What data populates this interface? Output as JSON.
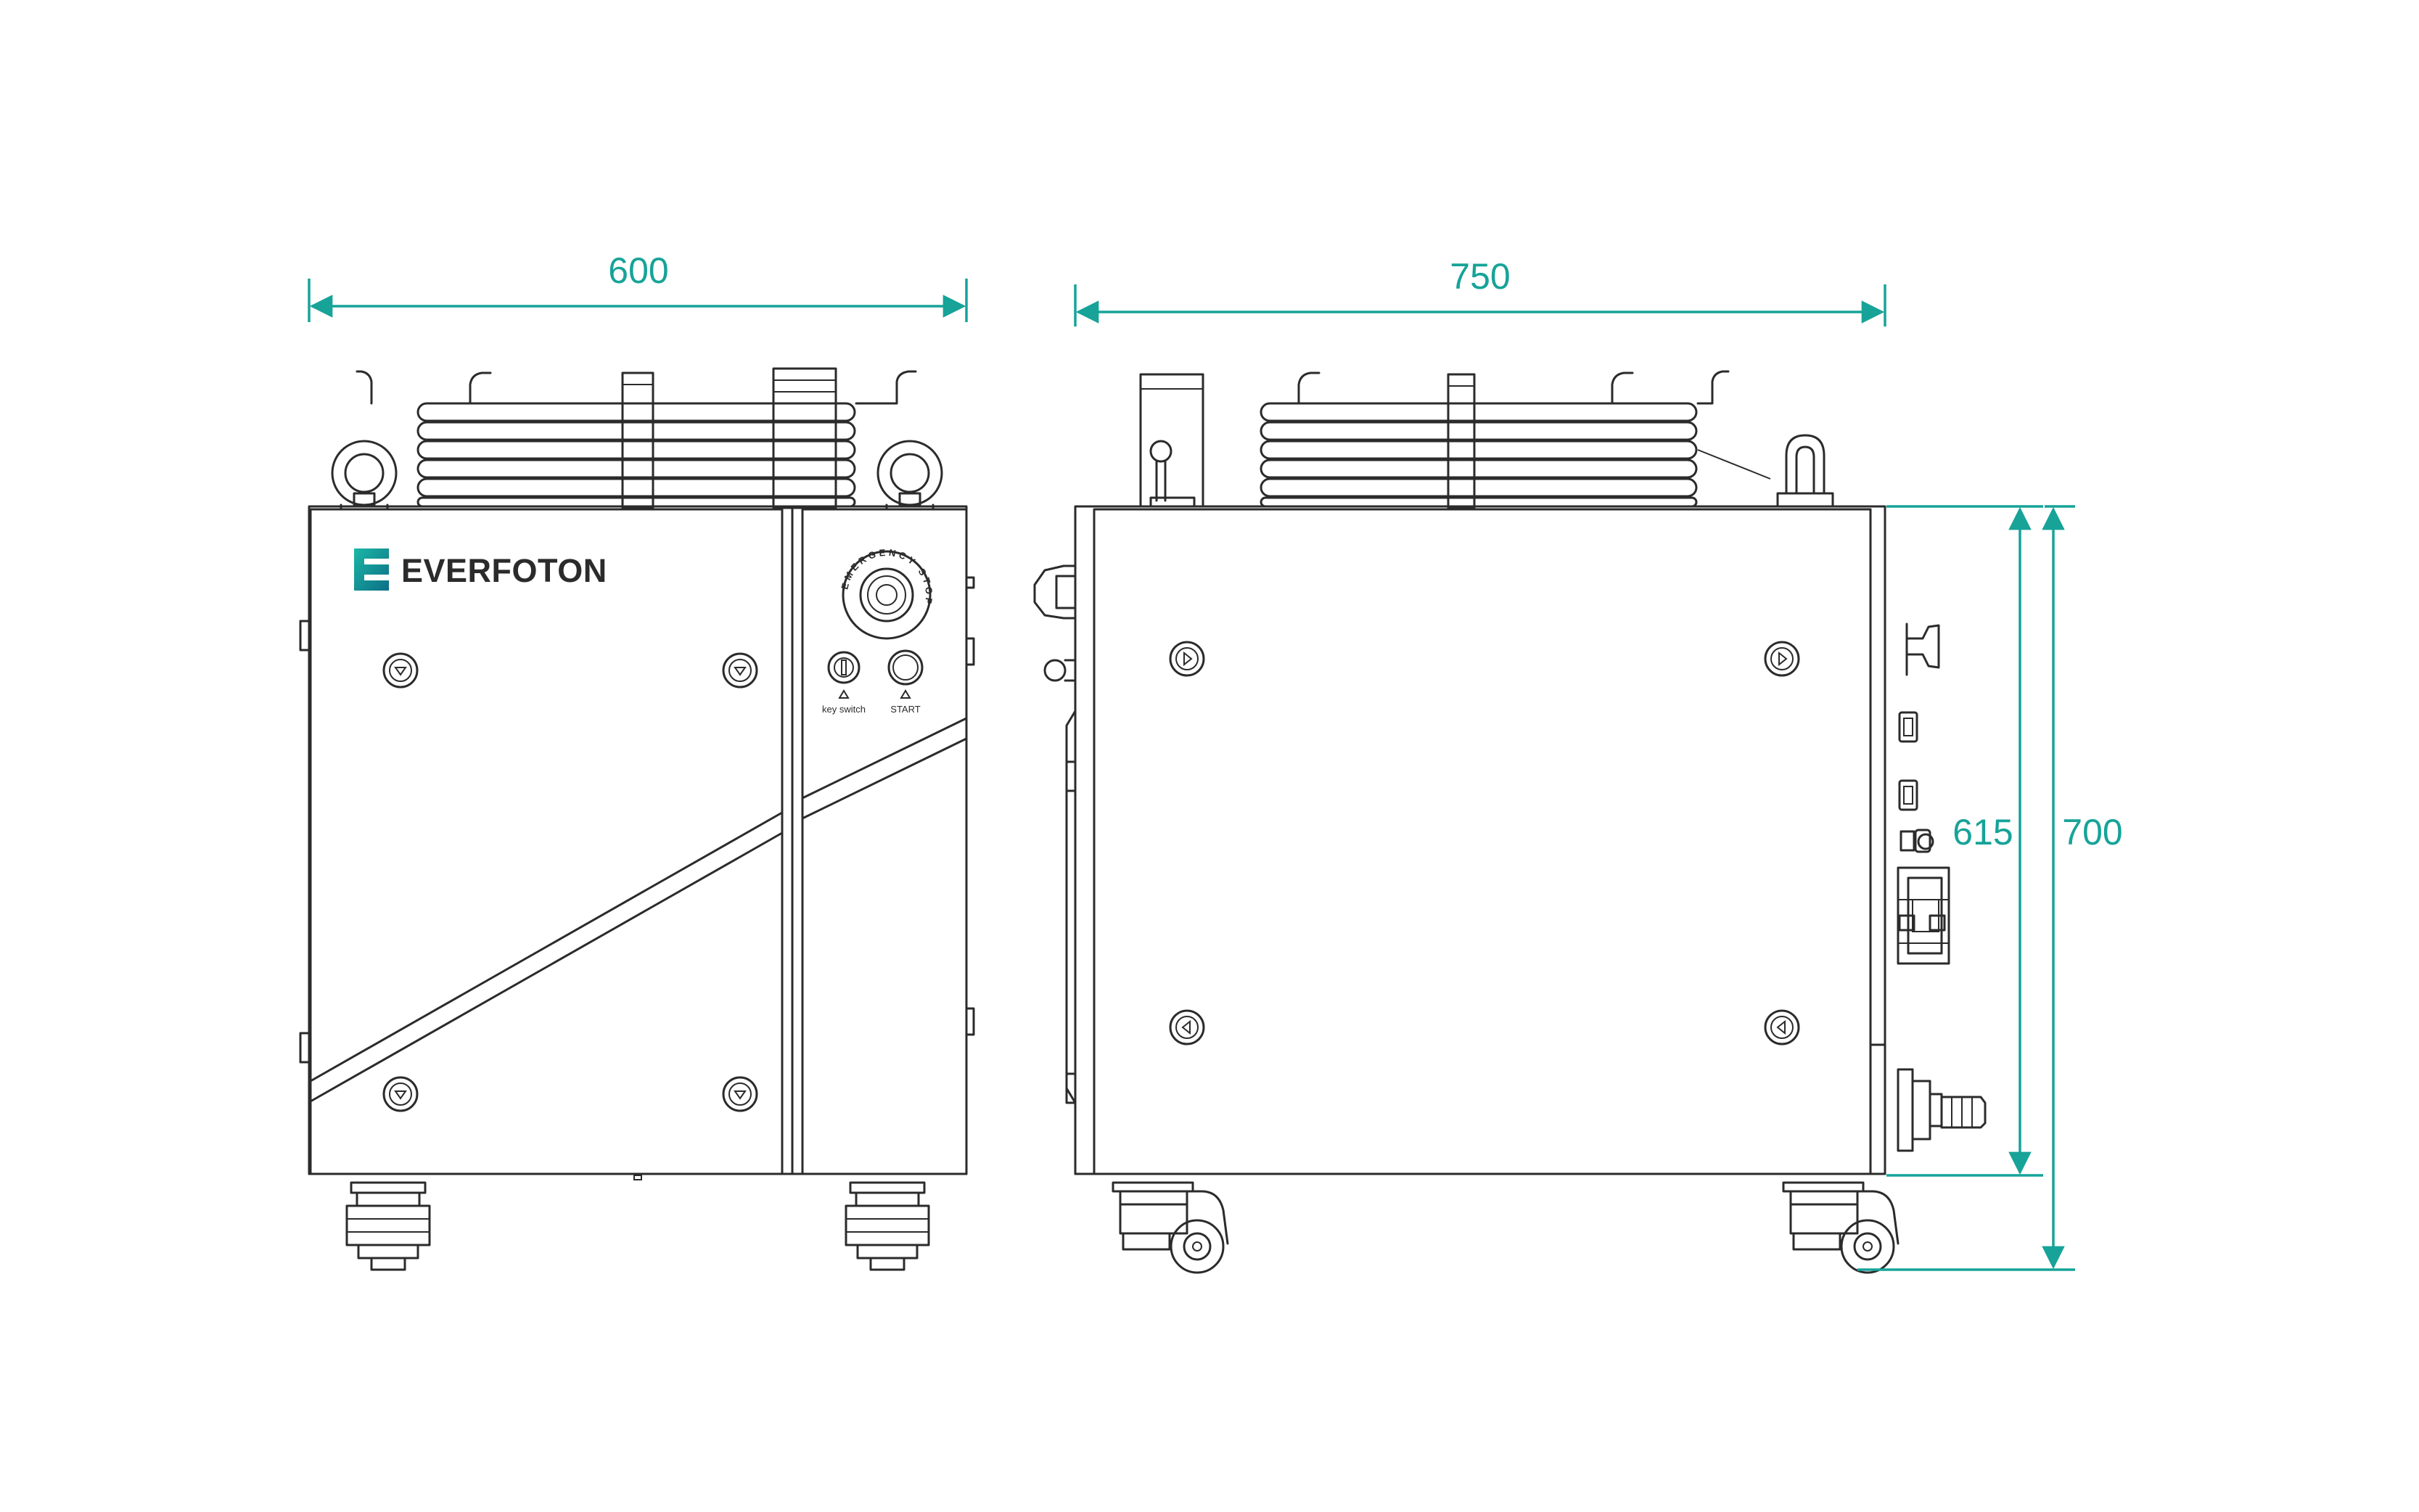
{
  "brand": {
    "name": "EVERFOTON",
    "logo_color": "#17a398"
  },
  "front_view": {
    "panel": {
      "emergency_stop_text": "EMERGENCY STOP",
      "key_switch_label": "key switch",
      "start_label": "START"
    }
  },
  "dimensions": {
    "width": "600",
    "depth": "750",
    "body_height": "615",
    "total_height": "700",
    "color": "#17a398"
  }
}
